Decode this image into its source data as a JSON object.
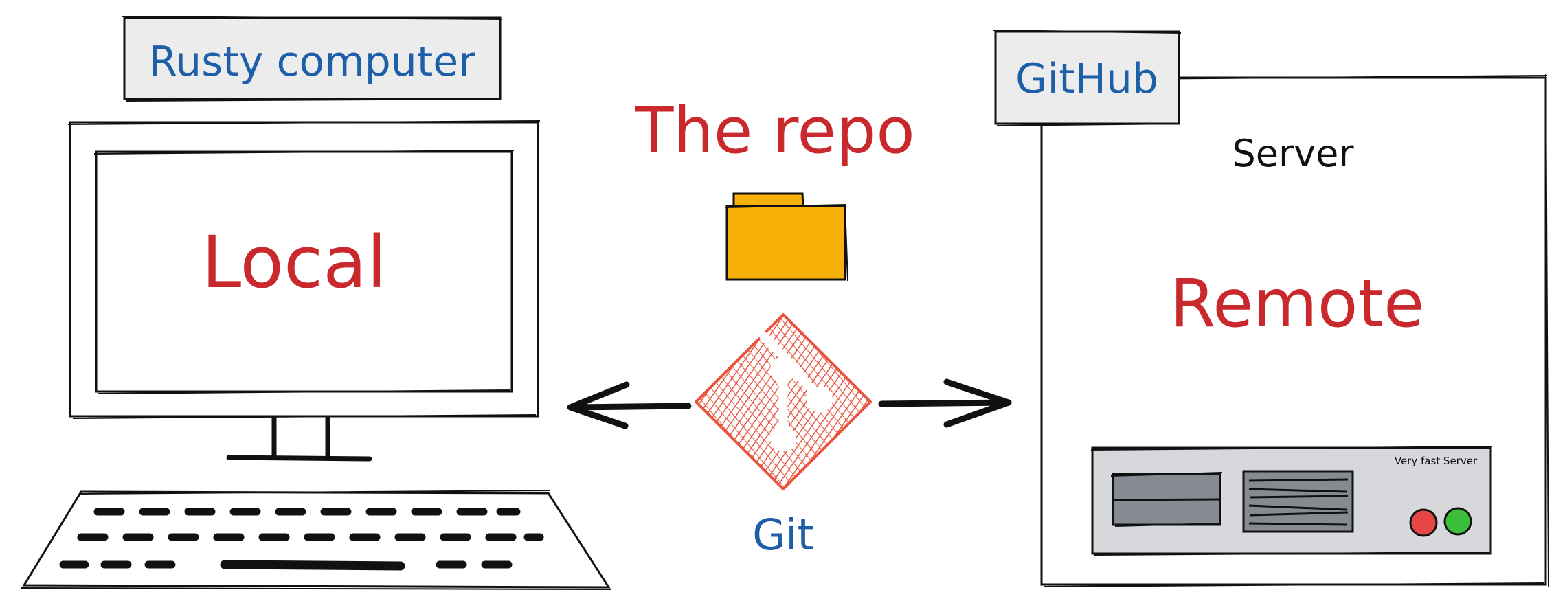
{
  "local": {
    "tag_label": "Rusty computer",
    "screen_label": "Local"
  },
  "repo": {
    "title": "The repo",
    "git_label": "Git"
  },
  "remote": {
    "tag_label": "GitHub",
    "server_label": "Server",
    "remote_label": "Remote",
    "device_label": "Very fast Server"
  },
  "colors": {
    "blue": "#1d5fa8",
    "red": "#c9282d",
    "folder": "#f7b108",
    "git_orange": "#e8543d",
    "tag_fill": "#ececec",
    "server_fill": "#d6d8dc",
    "drive_fill": "#868b92",
    "led_red": "#e64646",
    "led_green": "#3bbf3b"
  }
}
